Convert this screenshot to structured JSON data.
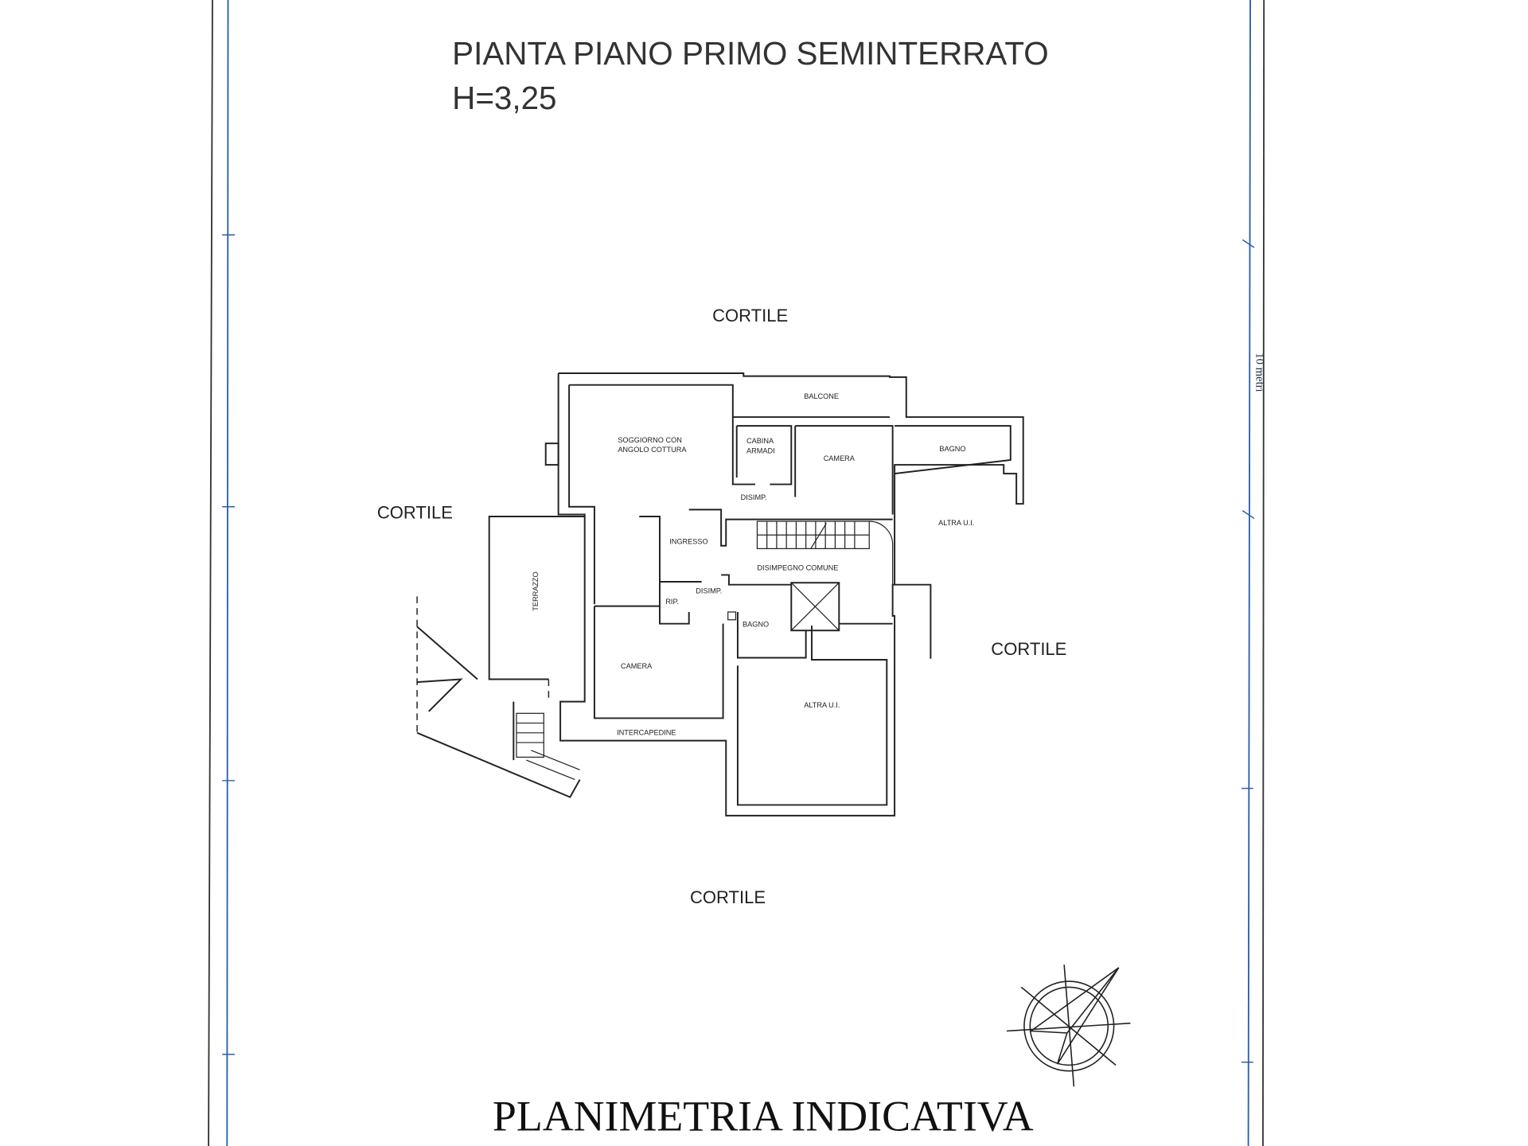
{
  "title": {
    "line1": "PIANTA PIANO PRIMO SEMINTERRATO",
    "line2": "H=3,25"
  },
  "surroundings": {
    "north": "CORTILE",
    "west": "CORTILE",
    "east": "CORTILE",
    "south": "CORTILE"
  },
  "rooms": {
    "soggiorno_1": "SOGGIORNO CON",
    "soggiorno_2": "ANGOLO COTTURA",
    "balcone": "BALCONE",
    "cabina_1": "CABINA",
    "cabina_2": "ARMADI",
    "camera_top": "CAMERA",
    "bagno_top": "BAGNO",
    "disimp_top": "DISIMP.",
    "altra_top": "ALTRA U.I.",
    "ingresso": "INGRESSO",
    "disimpegno_comune": "DISIMPEGNO COMUNE",
    "disimp_mid": "DISIMP.",
    "rip": "RIP.",
    "bagno_mid": "BAGNO",
    "terrazzo": "TERRAZZO",
    "camera_bottom": "CAMERA",
    "intercapedine": "INTERCAPEDINE",
    "altra_bottom": "ALTRA U.I."
  },
  "scale_bar": {
    "label": "10 metri"
  },
  "footer": "PLANIMETRIA INDICATIVA",
  "colors": {
    "frame_blue": "#2a5fa8",
    "ink": "#222222"
  },
  "icons": {
    "compass": "north-arrow-icon"
  }
}
